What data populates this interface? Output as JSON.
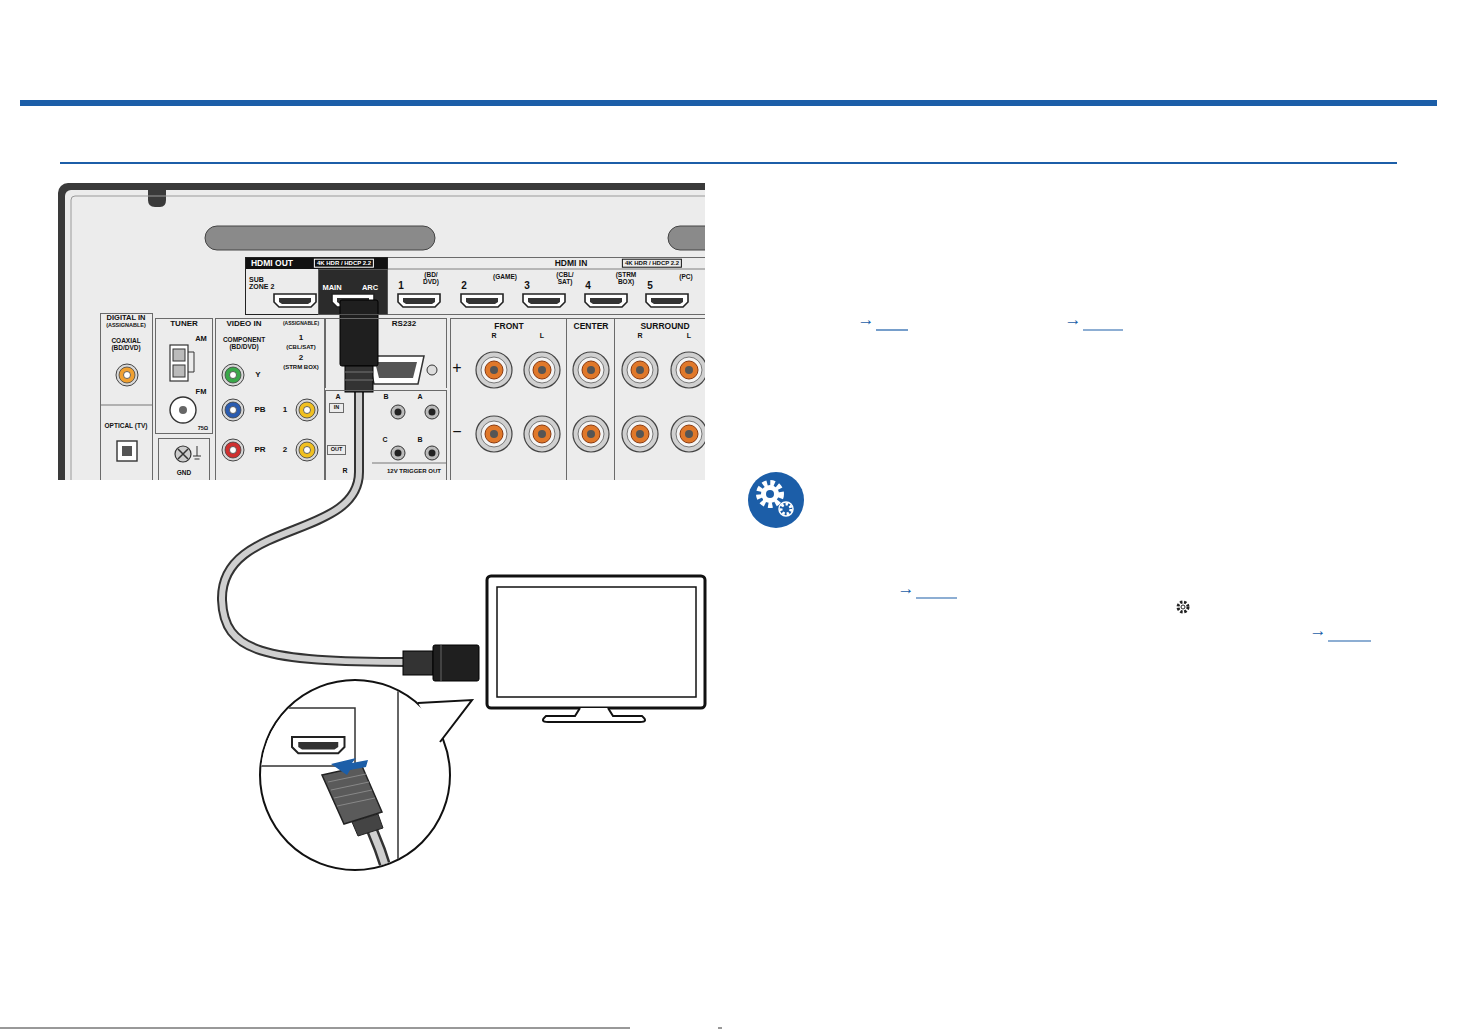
{
  "diagram": {
    "nodes": [
      {
        "text": [
          "HDMI OUT",
          "4K HDR / HDCP 2.2",
          "SUB ZONE 2"
        ]
      },
      {
        "text": [
          "MAIN",
          "ARC"
        ],
        "in": 0
      },
      {
        "text": [
          "HDMI IN",
          "4K HDR / HDCP 2.2",
          "1",
          "(BD/ DVD)",
          "2",
          "(GAME)",
          "3",
          "(CBL/ SAT)",
          "4",
          "(STRM BOX)",
          "5",
          "(PC)"
        ]
      },
      {
        "text": [
          "DIGITAL IN",
          "(ASSIGNABLE)",
          "COAXIAL (BD/DVD)",
          "OPTICAL (TV)"
        ]
      },
      {
        "text": [
          "TUNER",
          "AM",
          "FM",
          "75Ω"
        ]
      },
      {
        "text": [
          "GND"
        ]
      },
      {
        "text": [
          "VIDEO IN",
          "(ASSIGNABLE)",
          "COMPONENT (BD/DVD)",
          "Y",
          "PB",
          "PR",
          "1",
          "(CBL/SAT)",
          "2",
          "(STRM BOX)",
          "1",
          "2"
        ]
      },
      {
        "text": [
          "RS232"
        ]
      },
      {
        "text": [
          "A",
          "B",
          "A",
          "C",
          "B",
          "R",
          "12V TRIGGER OUT"
        ]
      },
      {
        "text": [
          "IN"
        ],
        "in": 8
      },
      {
        "text": [
          "OUT"
        ],
        "in": 8
      },
      {
        "text": [
          "FRONT",
          "R",
          "L"
        ]
      },
      {
        "text": [
          "CENTER"
        ]
      },
      {
        "text": [
          "SURROUND",
          "R",
          "L"
        ]
      }
    ],
    "labels": [
      "+",
      "−",
      "→",
      "→",
      "→",
      "→"
    ]
  }
}
